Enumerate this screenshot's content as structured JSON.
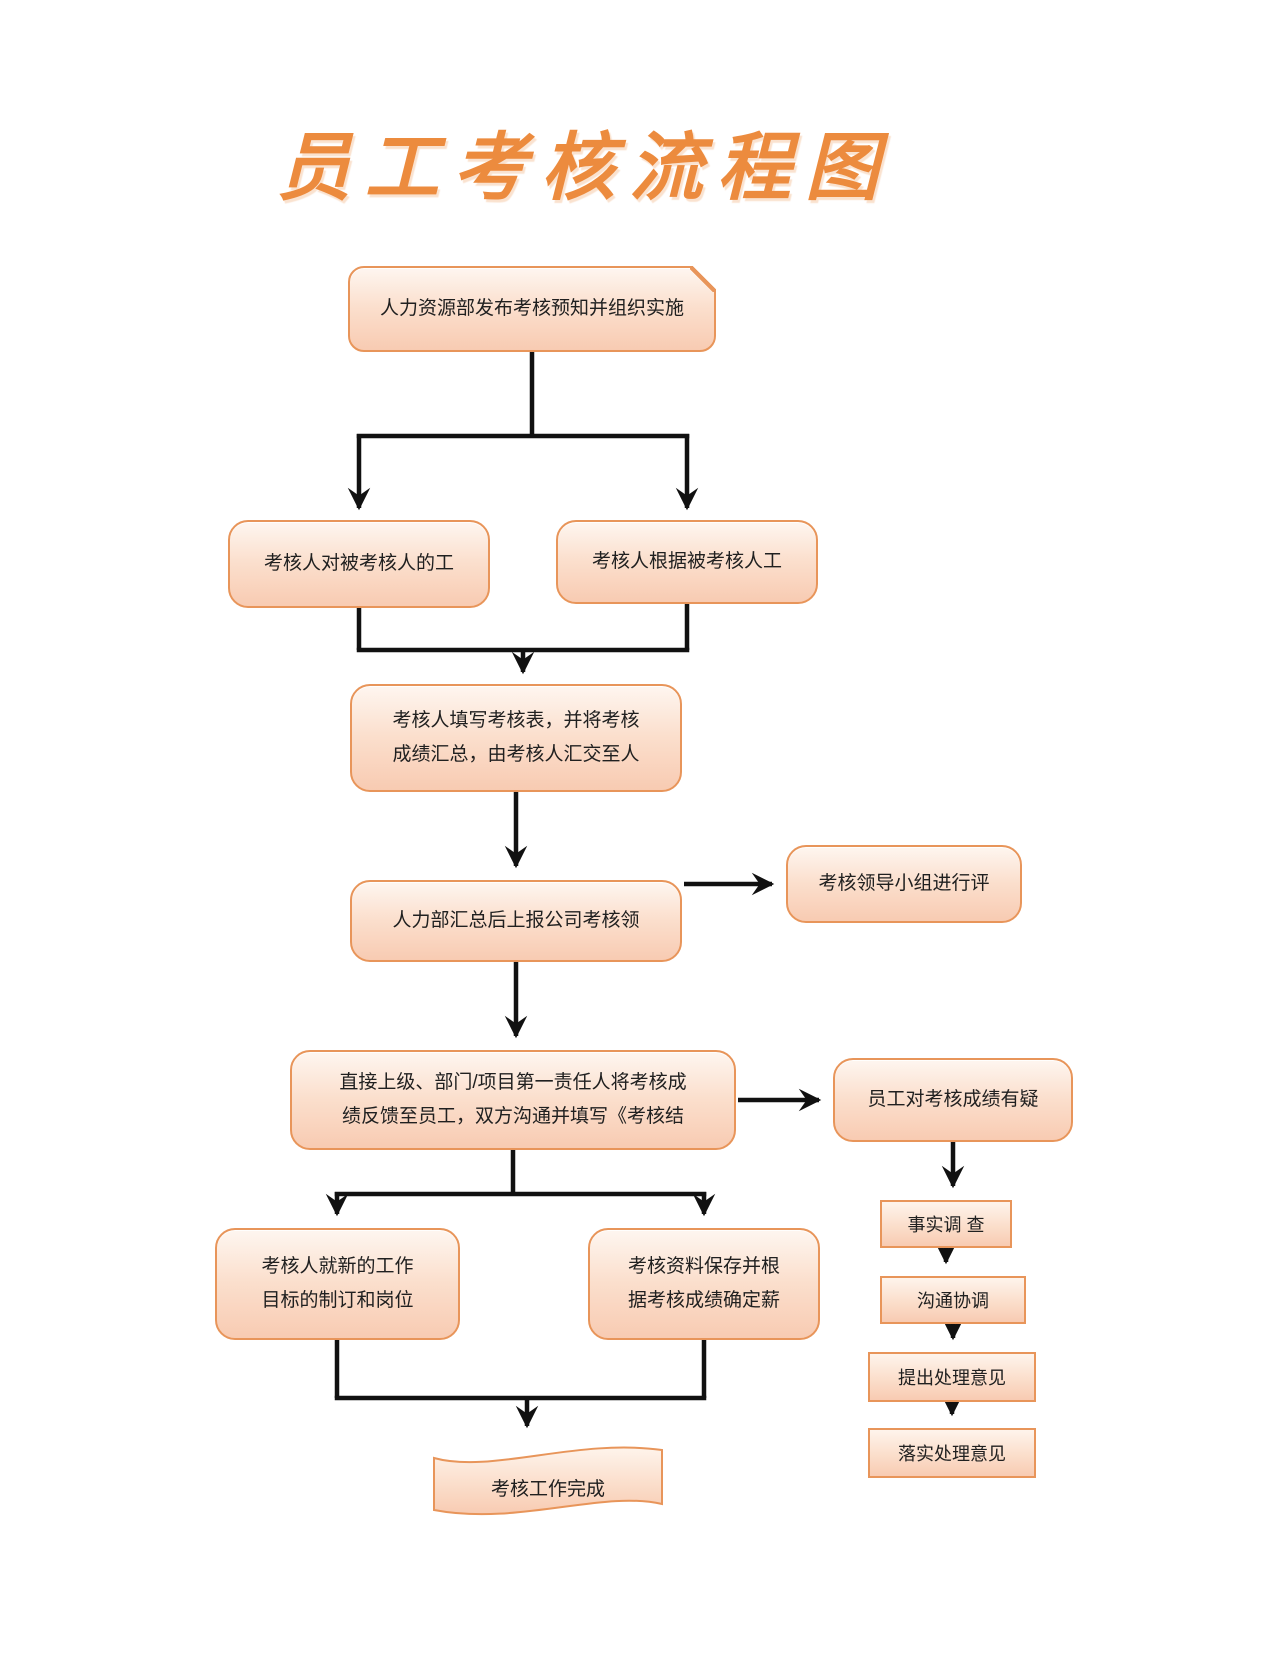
{
  "title": "员工考核流程图",
  "colors": {
    "border": "#E8955A",
    "fill_top": "#FEF6F0",
    "fill_bottom": "#F8CBB2",
    "title_orange": "#EC8B3E",
    "arrow_black": "#111111"
  },
  "nodes": {
    "publish": {
      "text": "人力资源部发布考核预知并组织实施"
    },
    "assess_work": {
      "text": "考核人对被考核人的工"
    },
    "assess_basis": {
      "text": "考核人根据被考核人工"
    },
    "fill_form": {
      "line1": "考核人填写考核表，并将考核",
      "line2": "成绩汇总，由考核人汇交至人"
    },
    "hr_report": {
      "text": "人力部汇总后上报公司考核领"
    },
    "leader_group": {
      "text": "考核领导小组进行评"
    },
    "feedback": {
      "line1": "直接上级、部门/项目第一责任人将考核成",
      "line2": "绩反馈至员工，双方沟通并填写《考核结"
    },
    "dispute": {
      "text": "员工对考核成绩有疑"
    },
    "new_goals": {
      "line1": "考核人就新的工作",
      "line2": "目标的制订和岗位"
    },
    "archive_salary": {
      "line1": "考核资料保存并根",
      "line2": "据考核成绩确定薪"
    },
    "fact_check": {
      "text": "事实调 查"
    },
    "coordinate": {
      "text": "沟通协调"
    },
    "propose": {
      "text": "提出处理意见"
    },
    "implement": {
      "text": "落实处理意见"
    },
    "complete": {
      "text": "考核工作完成"
    }
  }
}
